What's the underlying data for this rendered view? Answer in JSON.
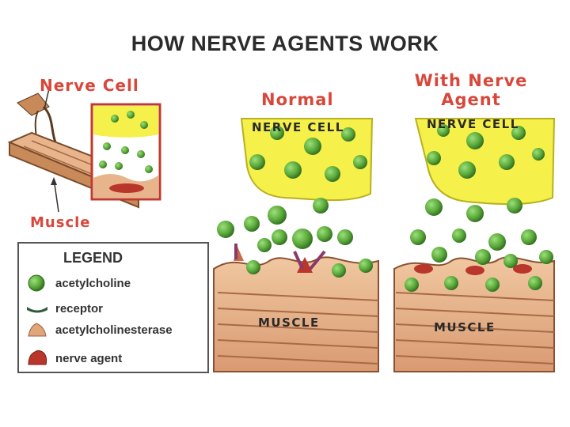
{
  "title": "HOW NERVE AGENTS WORK",
  "inset": {
    "nerve_cell_label": "Nerve Cell",
    "muscle_label": "Muscle"
  },
  "panels": {
    "normal": {
      "heading": "Normal",
      "nerve_cell_label": "NERVE CELL",
      "muscle_label": "MUSCLE"
    },
    "agent": {
      "heading": "With Nerve Agent",
      "nerve_cell_label": "NERVE CELL",
      "muscle_label": "MUSCLE"
    }
  },
  "legend": {
    "title": "LEGEND",
    "items": [
      {
        "label": "acetylcholine",
        "icon": "acetylcholine-icon",
        "color": "#5aa83a"
      },
      {
        "label": "receptor",
        "icon": "receptor-icon",
        "color": "#2f5a3a"
      },
      {
        "label": "acetylcholinesterase",
        "icon": "acetylcholinesterase-icon",
        "color": "#e0a57a"
      },
      {
        "label": "nerve agent",
        "icon": "nerve-agent-icon",
        "color": "#b8362a"
      }
    ]
  },
  "colors": {
    "nerve_cell": "#f5f04a",
    "acetylcholine": "#5aa83a",
    "muscle": "#e8b48c",
    "label_red": "#d8473a",
    "inset_border": "#c0392b"
  }
}
